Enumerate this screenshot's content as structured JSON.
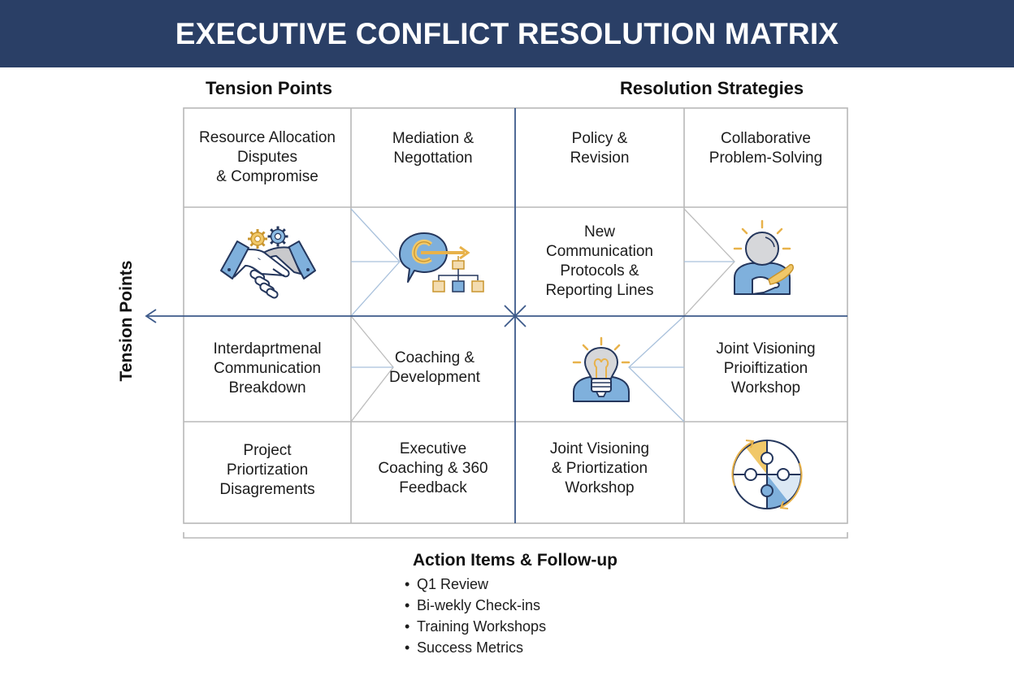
{
  "header": {
    "title": "EXECUTIVE CONFLICT RESOLUTION MATRIX",
    "background_color": "#2a3f66"
  },
  "column_headings": {
    "left": "Tension Points",
    "right": "Resolution Strategies"
  },
  "side_label": "Tension Points",
  "grid": {
    "rows": [
      {
        "cells": [
          {
            "type": "text",
            "text": "Resource Allocation\nDisputes\n& Compromise"
          },
          {
            "type": "text",
            "text": "Mediation &\nNegottation"
          },
          {
            "type": "text",
            "text": "Policy &\nRevision"
          },
          {
            "type": "text",
            "text": "Collaborative\nProblem-Solving"
          }
        ]
      },
      {
        "cells": [
          {
            "type": "icon",
            "icon": "handshake-gears-icon"
          },
          {
            "type": "icon",
            "icon": "speech-bubble-org-chart-icon"
          },
          {
            "type": "text",
            "text": "New\nCommunication\nProtocols &\nReporting Lines"
          },
          {
            "type": "icon",
            "icon": "person-idea-bulb-icon"
          }
        ]
      },
      {
        "cells": [
          {
            "type": "text",
            "text": "Interdaprtmenal\nCommunication\nBreakdown"
          },
          {
            "type": "text",
            "text": "Coaching &\nDevelopment"
          },
          {
            "type": "icon",
            "icon": "lightbulb-head-icon"
          },
          {
            "type": "text",
            "text": "Joint Visioning\nPrioiftization\nWorkshop"
          }
        ]
      },
      {
        "cells": [
          {
            "type": "text",
            "text": "Project\nPriortization\nDisagrements"
          },
          {
            "type": "text",
            "text": "Executive\nCoaching & 360\nFeedback"
          },
          {
            "type": "text",
            "text": "Joint Visioning\n& Priortization\nWorkshop"
          },
          {
            "type": "icon",
            "icon": "puzzle-cycle-icon"
          }
        ]
      }
    ]
  },
  "colors": {
    "axis": "#3d5a8a",
    "grid_line": "#b8b8b8",
    "connector": "#9ab6d6",
    "icon_blue": "#7fb0dc",
    "icon_gold": "#e8b24a",
    "icon_outline": "#24365c",
    "icon_grey": "#c9c9cc"
  },
  "actions": {
    "title": "Action Items & Follow-up",
    "items": [
      "Q1 Review",
      "Bi-wekly Check-ins",
      "Training Workshops",
      "Success Metrics"
    ]
  }
}
